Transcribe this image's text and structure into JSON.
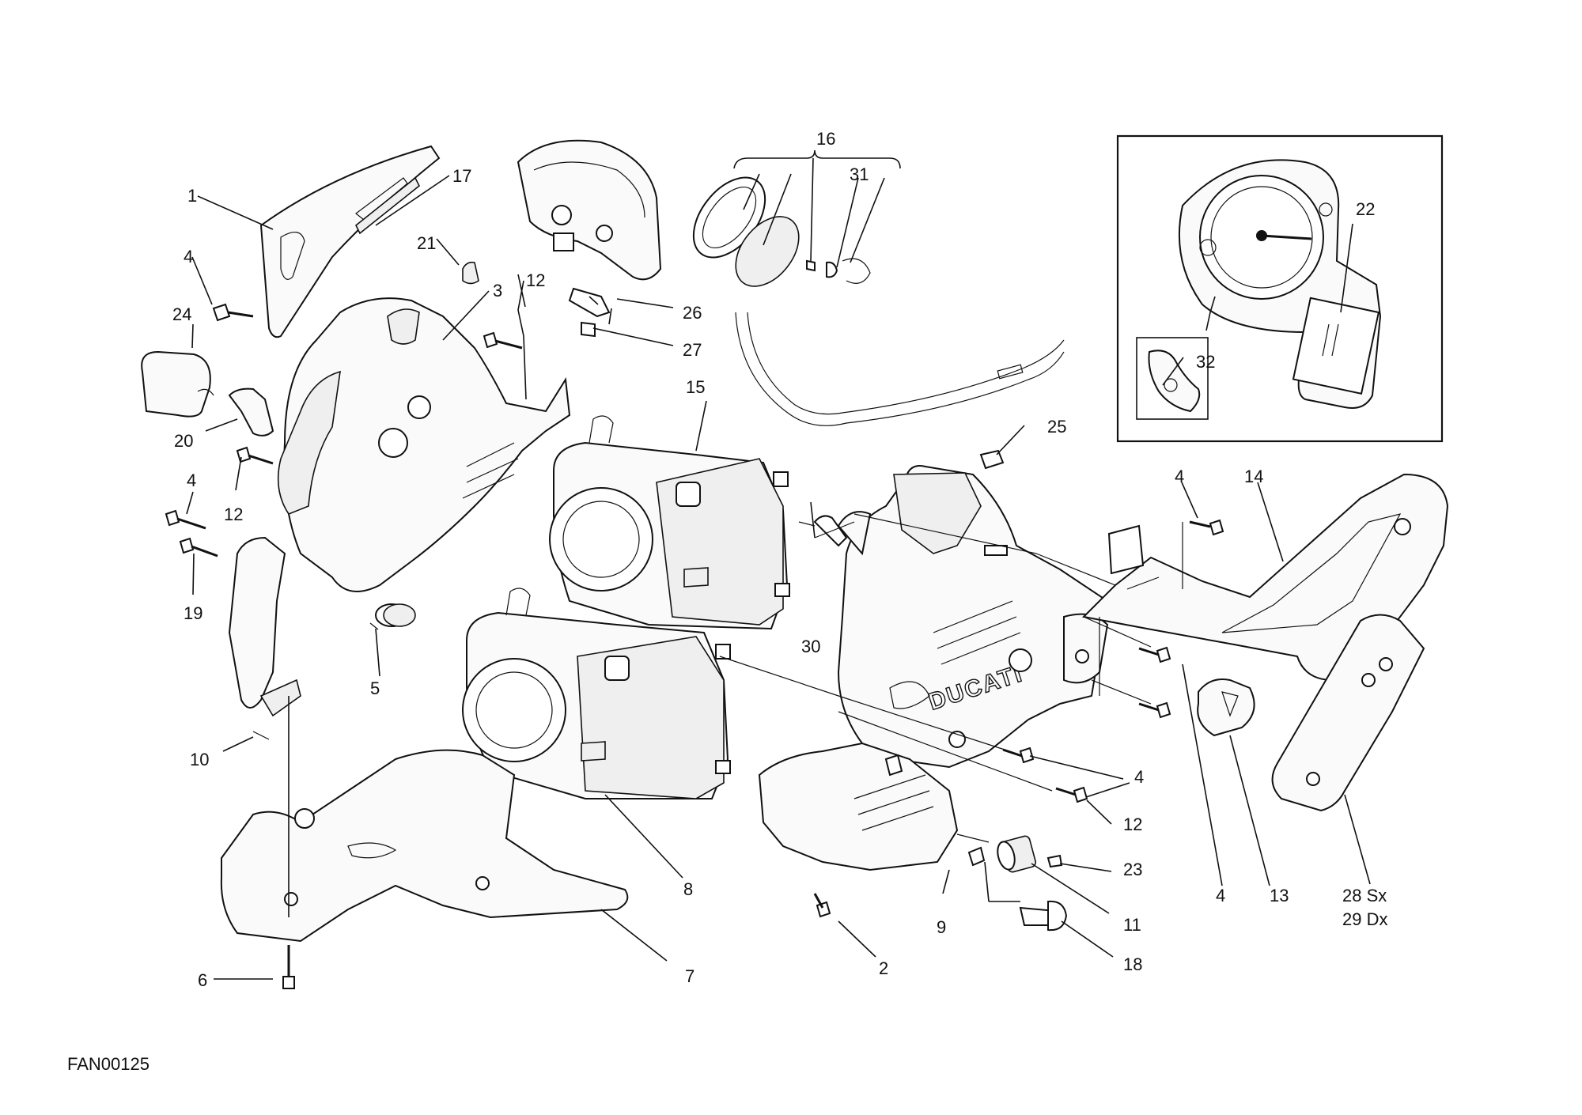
{
  "figure_code": "FAN00125",
  "callouts": {
    "c1": "1",
    "c2": "2",
    "c3": "3",
    "c4a": "4",
    "c4b": "4",
    "c4c": "4",
    "c4d": "4",
    "c4e": "4",
    "c5": "5",
    "c6": "6",
    "c7": "7",
    "c8": "8",
    "c9": "9",
    "c10": "10",
    "c11": "11",
    "c12a": "12",
    "c12b": "12",
    "c12c": "12",
    "c13": "13",
    "c14": "14",
    "c15": "15",
    "c16": "16",
    "c17": "17",
    "c18": "18",
    "c19": "19",
    "c20": "20",
    "c21": "21",
    "c22": "22",
    "c23": "23",
    "c24": "24",
    "c25": "25",
    "c26": "26",
    "c27": "27",
    "c28": "28 Sx",
    "c29": "29 Dx",
    "c30": "30",
    "c31": "31",
    "c32": "32"
  },
  "fairing_logo": "DUCATI"
}
